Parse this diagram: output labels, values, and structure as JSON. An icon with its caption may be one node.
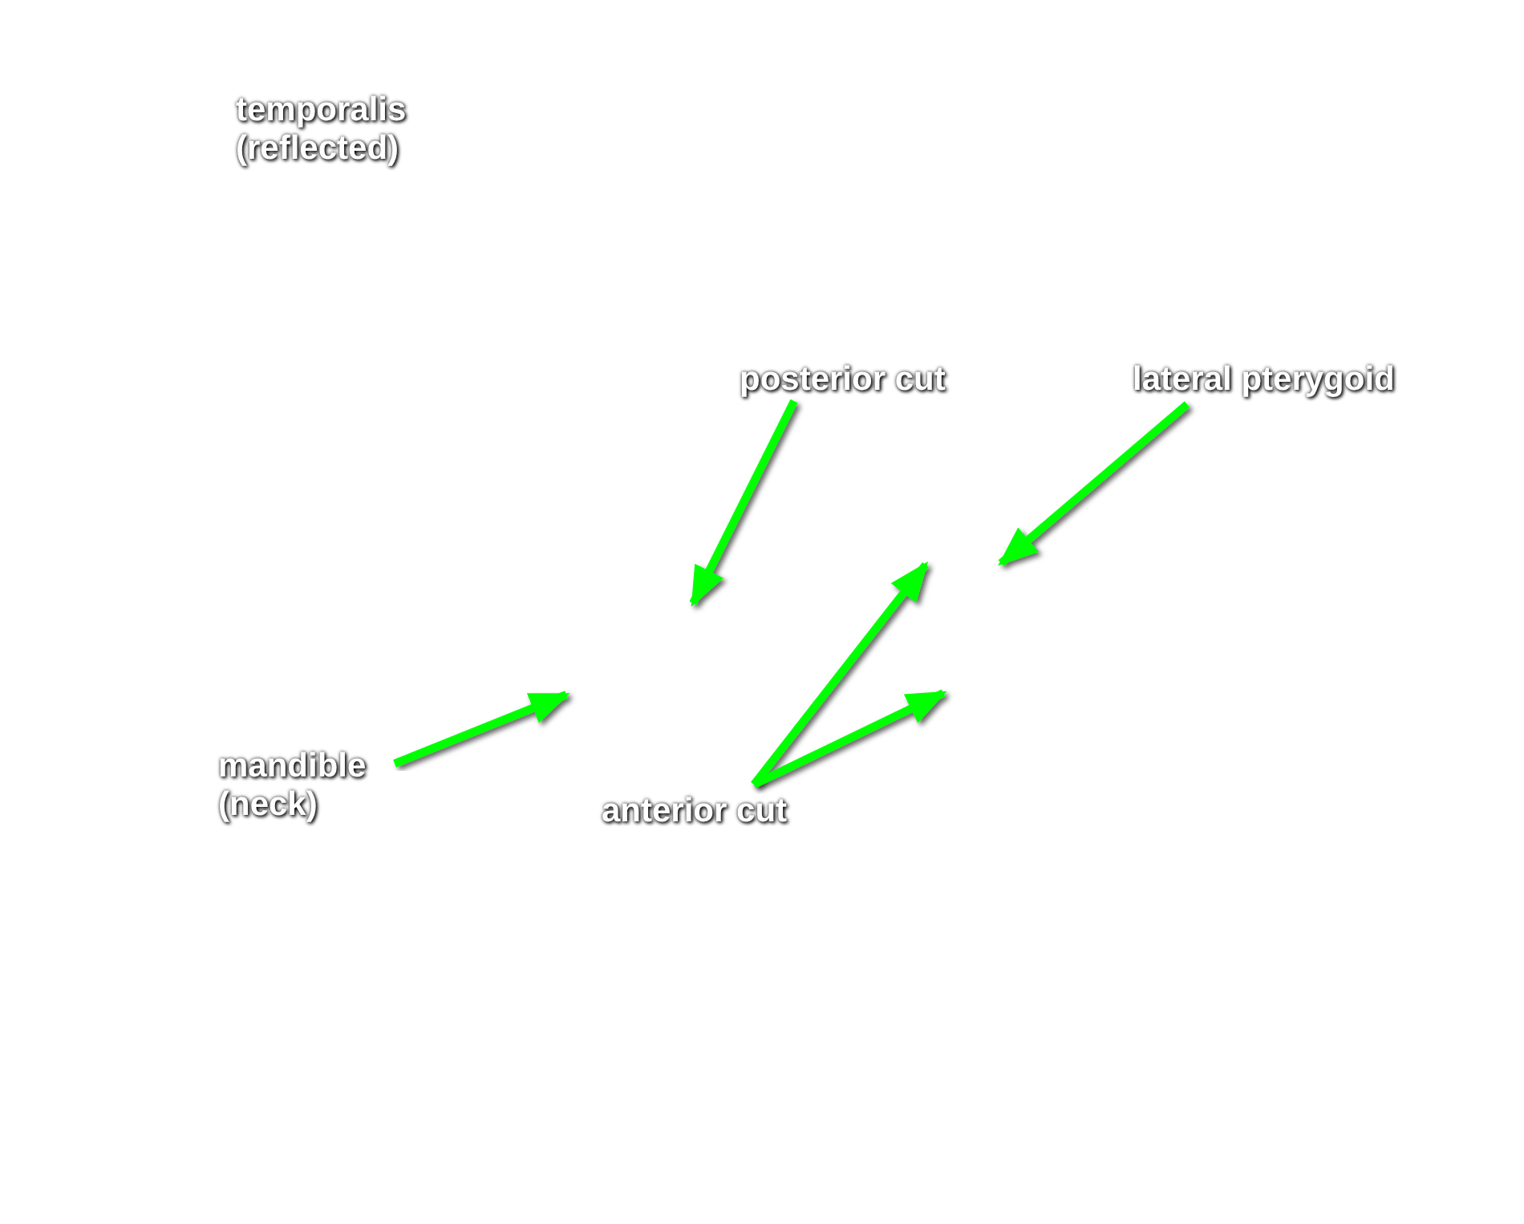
{
  "diagram": {
    "nodes": [
      {
        "text": [
          "posterior cut"
        ]
      },
      {
        "text": [
          "lateral pterygoid"
        ]
      },
      {
        "text": [
          "mandible (neck)"
        ]
      },
      {
        "text": [
          "anterior cut"
        ]
      }
    ],
    "edges": [
      {
        "from": 0,
        "to": null,
        "arrow": "to"
      },
      {
        "from": 1,
        "to": null,
        "arrow": "to"
      },
      {
        "from": 2,
        "to": null,
        "arrow": "to"
      },
      {
        "from": 3,
        "to": null,
        "arrow": "to"
      },
      {
        "from": 3,
        "to": null,
        "arrow": "to"
      }
    ],
    "labels": [
      "temporalis (reflected)"
    ]
  }
}
